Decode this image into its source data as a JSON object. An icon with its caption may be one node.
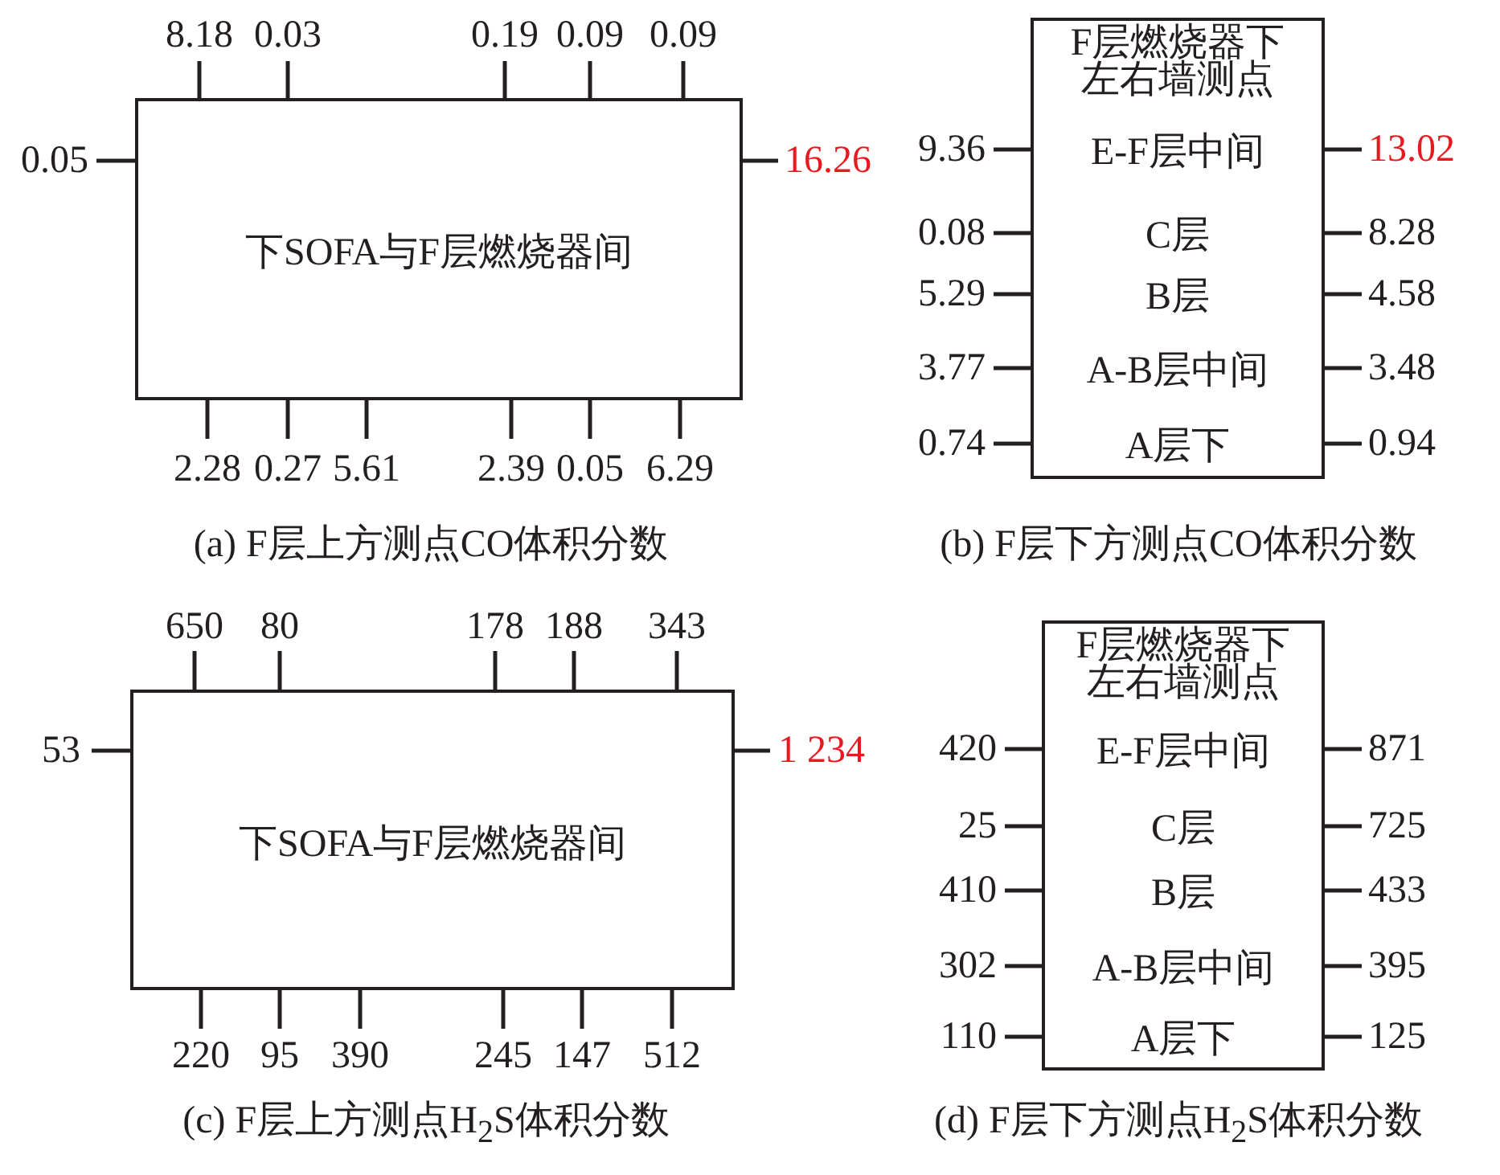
{
  "diagram": {
    "nodes": [
      {
        "text": [
          "下SOFA与F层燃烧器间"
        ],
        "beside": [
          "8.18",
          "0.03",
          "0.19",
          "0.09",
          "0.09",
          "0.05",
          "16.26",
          "2.28",
          "0.27",
          "5.61",
          "2.39",
          "0.05",
          "6.29"
        ]
      },
      {
        "text": [
          "F层燃烧器下左右墙测点",
          "E-F层中间",
          "C层",
          "B层",
          "A-B层中间",
          "A层下"
        ],
        "beside": [
          "9.36",
          "13.02",
          "0.08",
          "8.28",
          "5.29",
          "4.58",
          "3.77",
          "3.48",
          "0.74",
          "0.94"
        ]
      },
      {
        "text": [
          "下SOFA与F层燃烧器间"
        ],
        "beside": [
          "650",
          "80",
          "178",
          "188",
          "343",
          "53",
          "1 234",
          "220",
          "95",
          "390",
          "245",
          "147",
          "512"
        ]
      },
      {
        "text": [
          "F层燃烧器下左右墙测点",
          "E-F层中间",
          "C层",
          "B层",
          "A-B层中间",
          "A层下"
        ],
        "beside": [
          "420",
          "871",
          "25",
          "725",
          "410",
          "433",
          "302",
          "395",
          "110",
          "125"
        ]
      }
    ],
    "labels": [
      "(a) F层上方测点CO体积分数",
      "(b) F层下方测点CO体积分数",
      "(c) F层上方测点H$_{2}$S体积分数",
      "(d) F层下方测点H$_{2}$S体积分数"
    ]
  }
}
